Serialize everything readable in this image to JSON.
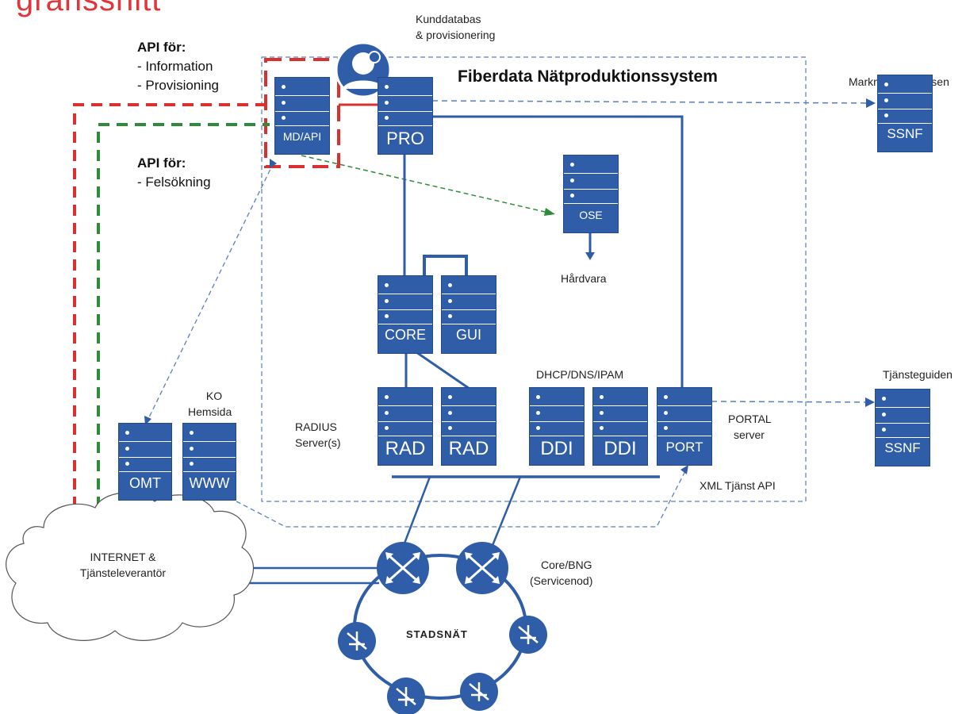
{
  "heading_fragment": "gränssnitt",
  "system_title": "Fiberdata Nätproduktionssystem",
  "api_info": {
    "heading": "API för:",
    "items": [
      "- Information",
      "- Provisioning"
    ]
  },
  "api_trouble": {
    "heading": "API för:",
    "items": [
      "- Felsökning"
    ]
  },
  "labels": {
    "kunddatabas_1": "Kunddatabas",
    "kunddatabas_2": "& provisionering",
    "marknadsdatabasen": "Marknadsdatabasen",
    "hardvara": "Hårdvara",
    "dhcp": "DHCP/DNS/IPAM",
    "tjansteguiden": "Tjänsteguiden",
    "ko_1": "KO",
    "ko_2": "Hemsida",
    "radius_1": "RADIUS",
    "radius_2": "Server(s)",
    "portal_1": "PORTAL",
    "portal_2": "server",
    "xml_api": "XML Tjänst API",
    "internet_1": "INTERNET &",
    "internet_2": "Tjänsteleverantör",
    "core_bng_1": "Core/BNG",
    "core_bng_2": "(Servicenod)",
    "stadsnat": "STADSNÄT"
  },
  "servers": {
    "mdapi": "MD/API",
    "pro": "PRO",
    "ssnf1": "SSNF",
    "ose": "OSE",
    "core": "CORE",
    "gui": "GUI",
    "rad1": "RAD",
    "rad2": "RAD",
    "ddi1": "DDI",
    "ddi2": "DDI",
    "port": "PORT",
    "ssnf2": "SSNF",
    "omt": "OMT",
    "www": "WWW"
  },
  "colors": {
    "server": "#2f5da8",
    "red": "#d93030",
    "green": "#2e8b3a",
    "dash_blue": "#5a7fc0",
    "heading_red": "#e0353b"
  }
}
